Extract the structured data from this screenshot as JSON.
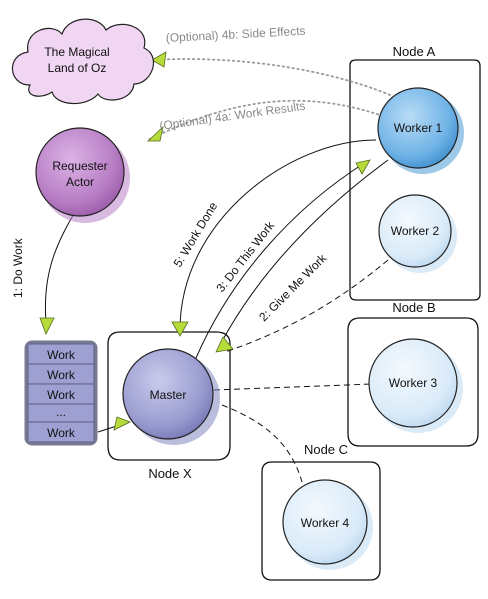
{
  "cloud": {
    "line1": "The Magical",
    "line2": "Land of Oz"
  },
  "requester": {
    "line1": "Requester",
    "line2": "Actor"
  },
  "master": {
    "label": "Master"
  },
  "queue": {
    "items": [
      "Work",
      "Work",
      "Work",
      "...",
      "Work"
    ]
  },
  "nodes": {
    "node_a": "Node A",
    "node_b": "Node B",
    "node_c": "Node C",
    "node_x": "Node X"
  },
  "workers": {
    "w1": "Worker 1",
    "w2": "Worker 2",
    "w3": "Worker 3",
    "w4": "Worker 4"
  },
  "edges": {
    "do_work": "1: Do Work",
    "give_me_work": "2: Give Me Work",
    "do_this_work": "3: Do This Work",
    "work_results": "(Optional) 4a: Work Results",
    "side_effects": "(Optional) 4b: Side Effects",
    "work_done": "5: Work Done"
  },
  "colors": {
    "requester": "#b77dc4",
    "master": "#9a9cd0",
    "worker_active": "#6fb3e6",
    "worker_idle": "#d4e7f7",
    "cloud": "#f0d6f2",
    "arrowhead": "#b6dc3c"
  }
}
